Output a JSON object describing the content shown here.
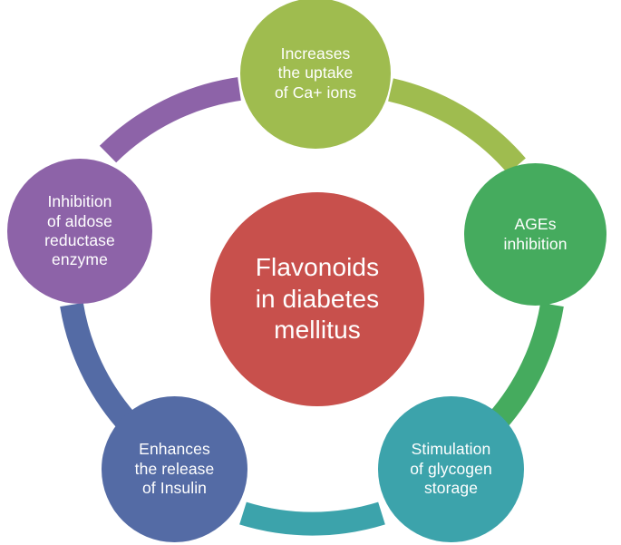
{
  "diagram": {
    "type": "cycle-diagram",
    "title": "Flavonoids in diabetes mellitus",
    "background_color": "#ffffff",
    "center": {
      "id": "center-hub",
      "label": "Flavonoids\nin diabetes\nmellitus",
      "lines": [
        "Flavonoids",
        "in diabetes",
        "mellitus"
      ],
      "color": "#c8504c",
      "text_color": "#ffffff"
    },
    "nodes": [
      {
        "id": "ca-uptake",
        "label": "Increases\nthe uptake\nof Ca+ ions",
        "lines": [
          "Increases",
          "the uptake",
          "of Ca+ ions"
        ],
        "color": "#9fbc4f",
        "text_color": "#ffffff",
        "position": "top"
      },
      {
        "id": "ages-inhibition",
        "label": "AGEs\ninhibition",
        "lines": [
          "AGEs",
          "inhibition"
        ],
        "color": "#45ab5e",
        "text_color": "#ffffff",
        "position": "right"
      },
      {
        "id": "glycogen-storage",
        "label": "Stimulation\nof glycogen\nstorage",
        "lines": [
          "Stimulation",
          "of glycogen",
          "storage"
        ],
        "color": "#3ca3ab",
        "text_color": "#ffffff",
        "position": "bottom-right"
      },
      {
        "id": "insulin-release",
        "label": "Enhances\nthe release\nof Insulin",
        "lines": [
          "Enhances",
          "the release",
          "of Insulin"
        ],
        "color": "#546ba5",
        "text_color": "#ffffff",
        "position": "bottom-left"
      },
      {
        "id": "aldose-reductase",
        "label": "Inhibition\nof aldose\nreductase\nenzyme",
        "lines": [
          "Inhibition",
          "of aldose",
          "reductase",
          "enzyme"
        ],
        "color": "#8d63a8",
        "text_color": "#ffffff",
        "position": "left"
      }
    ],
    "connectors": [
      {
        "id": "connector-aldose-to-ca",
        "from": "aldose-reductase",
        "to": "ca-uptake",
        "color": "#8d63a8"
      },
      {
        "id": "connector-ca-to-ages",
        "from": "ca-uptake",
        "to": "ages-inhibition",
        "color": "#9fbc4f"
      },
      {
        "id": "connector-ages-to-glycogen",
        "from": "ages-inhibition",
        "to": "glycogen-storage",
        "color": "#45ab5e"
      },
      {
        "id": "connector-glycogen-to-insulin",
        "from": "glycogen-storage",
        "to": "insulin-release",
        "color": "#3ca3ab"
      },
      {
        "id": "connector-insulin-to-aldose",
        "from": "insulin-release",
        "to": "aldose-reductase",
        "color": "#546ba5"
      }
    ]
  }
}
